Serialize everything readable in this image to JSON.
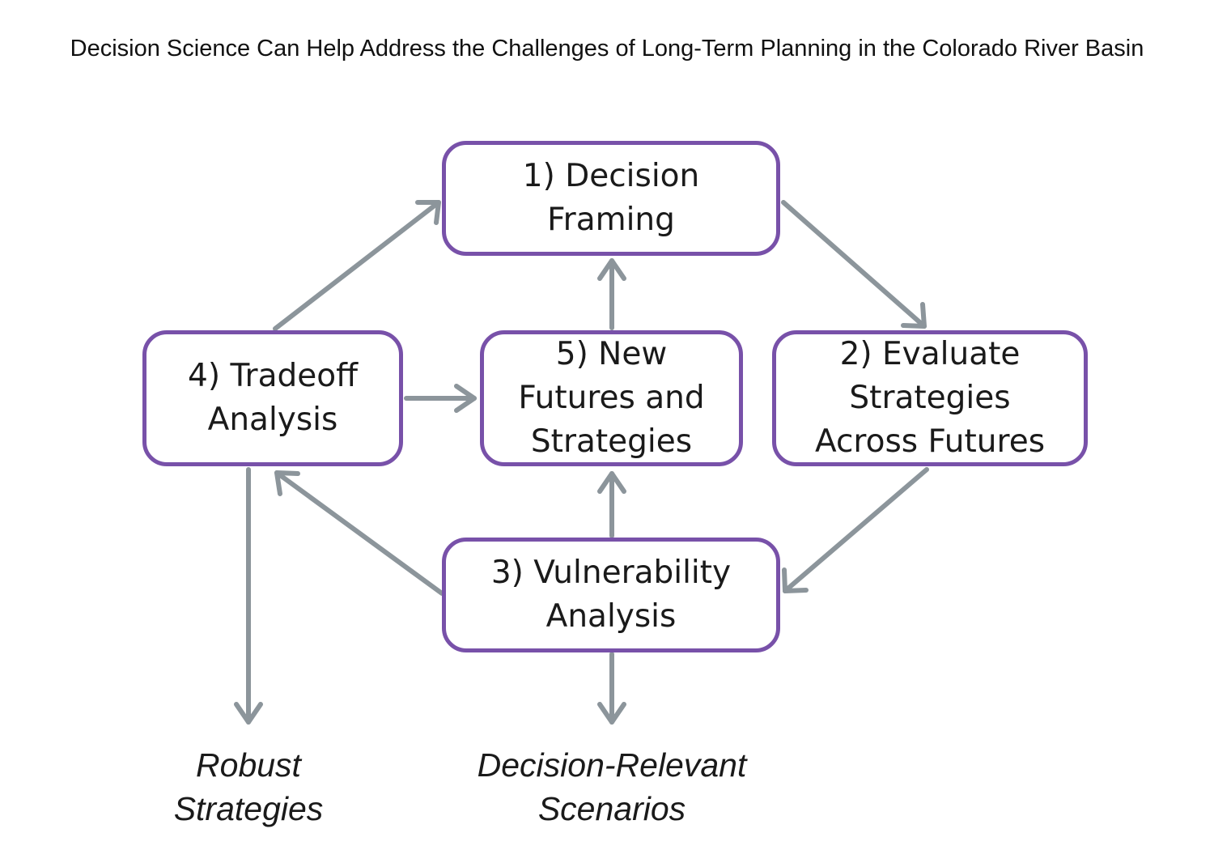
{
  "title": "Decision Science Can Help Address the Challenges of Long-Term Planning in the Colorado River Basin",
  "colors": {
    "box_border": "#7851a9",
    "arrow": "#8c959b"
  },
  "nodes": {
    "decision_framing": {
      "lines": [
        "1) Decision",
        "Framing"
      ]
    },
    "evaluate_strategies": {
      "lines": [
        "2) Evaluate",
        "Strategies",
        "Across Futures"
      ]
    },
    "vulnerability_analysis": {
      "lines": [
        "3) Vulnerability",
        "Analysis"
      ]
    },
    "tradeoff_analysis": {
      "lines": [
        "4) Tradeoff",
        "Analysis"
      ]
    },
    "new_futures": {
      "lines": [
        "5) New",
        "Futures and",
        "Strategies"
      ]
    }
  },
  "outputs": {
    "robust_strategies": {
      "lines": [
        "Robust",
        "Strategies"
      ]
    },
    "decision_relevant_scenarios": {
      "lines": [
        "Decision-Relevant",
        "Scenarios"
      ]
    }
  },
  "edges": [
    {
      "from": "decision_framing",
      "to": "evaluate_strategies"
    },
    {
      "from": "evaluate_strategies",
      "to": "vulnerability_analysis"
    },
    {
      "from": "vulnerability_analysis",
      "to": "tradeoff_analysis"
    },
    {
      "from": "vulnerability_analysis",
      "to": "new_futures"
    },
    {
      "from": "vulnerability_analysis",
      "to": "decision_relevant_scenarios"
    },
    {
      "from": "tradeoff_analysis",
      "to": "decision_framing"
    },
    {
      "from": "tradeoff_analysis",
      "to": "new_futures"
    },
    {
      "from": "tradeoff_analysis",
      "to": "robust_strategies"
    },
    {
      "from": "new_futures",
      "to": "decision_framing"
    }
  ]
}
